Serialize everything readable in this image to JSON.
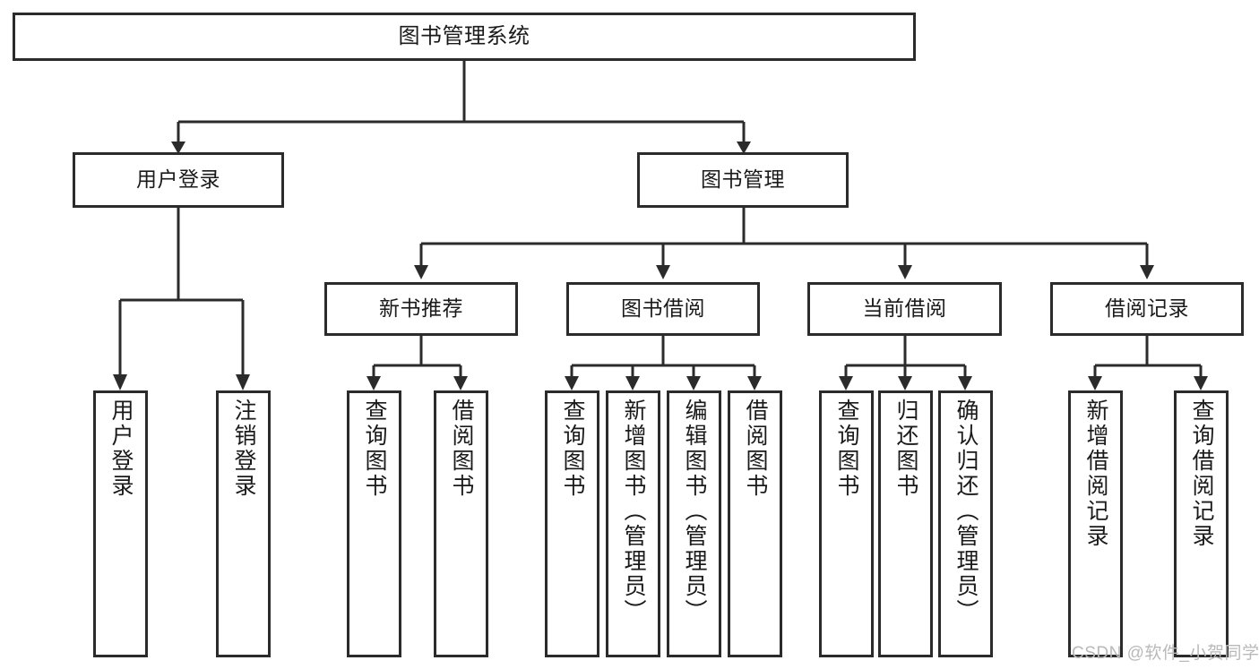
{
  "diagram": {
    "type": "hierarchy-tree",
    "title": "图书管理系统",
    "orientation": "top-down",
    "colors": {
      "stroke": "#2b2b2b",
      "box_fill": "#ffffff",
      "text": "#1a1a1a",
      "background": "#ffffff",
      "watermark": "#b9b9b9"
    }
  },
  "nodes": {
    "root": {
      "label": "图书管理系统",
      "level": 0
    },
    "level1": [
      {
        "id": "user-login",
        "label": "用户登录",
        "level": 1
      },
      {
        "id": "book-management",
        "label": "图书管理",
        "level": 1
      }
    ],
    "level2": [
      {
        "id": "new-book-recommend",
        "label": "新书推荐",
        "level": 2,
        "parent": "book-management"
      },
      {
        "id": "book-borrow",
        "label": "图书借阅",
        "level": 2,
        "parent": "book-management"
      },
      {
        "id": "current-borrow",
        "label": "当前借阅",
        "level": 2,
        "parent": "book-management"
      },
      {
        "id": "borrow-record",
        "label": "借阅记录",
        "level": 2,
        "parent": "book-management"
      }
    ],
    "leaves": [
      {
        "id": "leaf-user-login",
        "label": "用户登录",
        "parent": "user-login"
      },
      {
        "id": "leaf-user-logout",
        "label": "注销登录",
        "parent": "user-login"
      },
      {
        "id": "leaf-query-book-1",
        "label": "查询图书",
        "parent": "new-book-recommend"
      },
      {
        "id": "leaf-borrow-book-1",
        "label": "借阅图书",
        "parent": "new-book-recommend"
      },
      {
        "id": "leaf-query-book-2",
        "label": "查询图书",
        "parent": "book-borrow"
      },
      {
        "id": "leaf-add-book",
        "label": "新增图书（管理员）",
        "parent": "book-borrow"
      },
      {
        "id": "leaf-edit-book",
        "label": "编辑图书（管理员）",
        "parent": "book-borrow"
      },
      {
        "id": "leaf-borrow-book-2",
        "label": "借阅图书",
        "parent": "book-borrow"
      },
      {
        "id": "leaf-query-book-3",
        "label": "查询图书",
        "parent": "current-borrow"
      },
      {
        "id": "leaf-return-book",
        "label": "归还图书",
        "parent": "current-borrow"
      },
      {
        "id": "leaf-confirm-return",
        "label": "确认归还（管理员）",
        "parent": "current-borrow"
      },
      {
        "id": "leaf-add-record",
        "label": "新增借阅记录",
        "parent": "borrow-record"
      },
      {
        "id": "leaf-query-record",
        "label": "查询借阅记录",
        "parent": "borrow-record"
      }
    ]
  },
  "watermark": {
    "text": "CSDN @软件_小贺同学"
  }
}
